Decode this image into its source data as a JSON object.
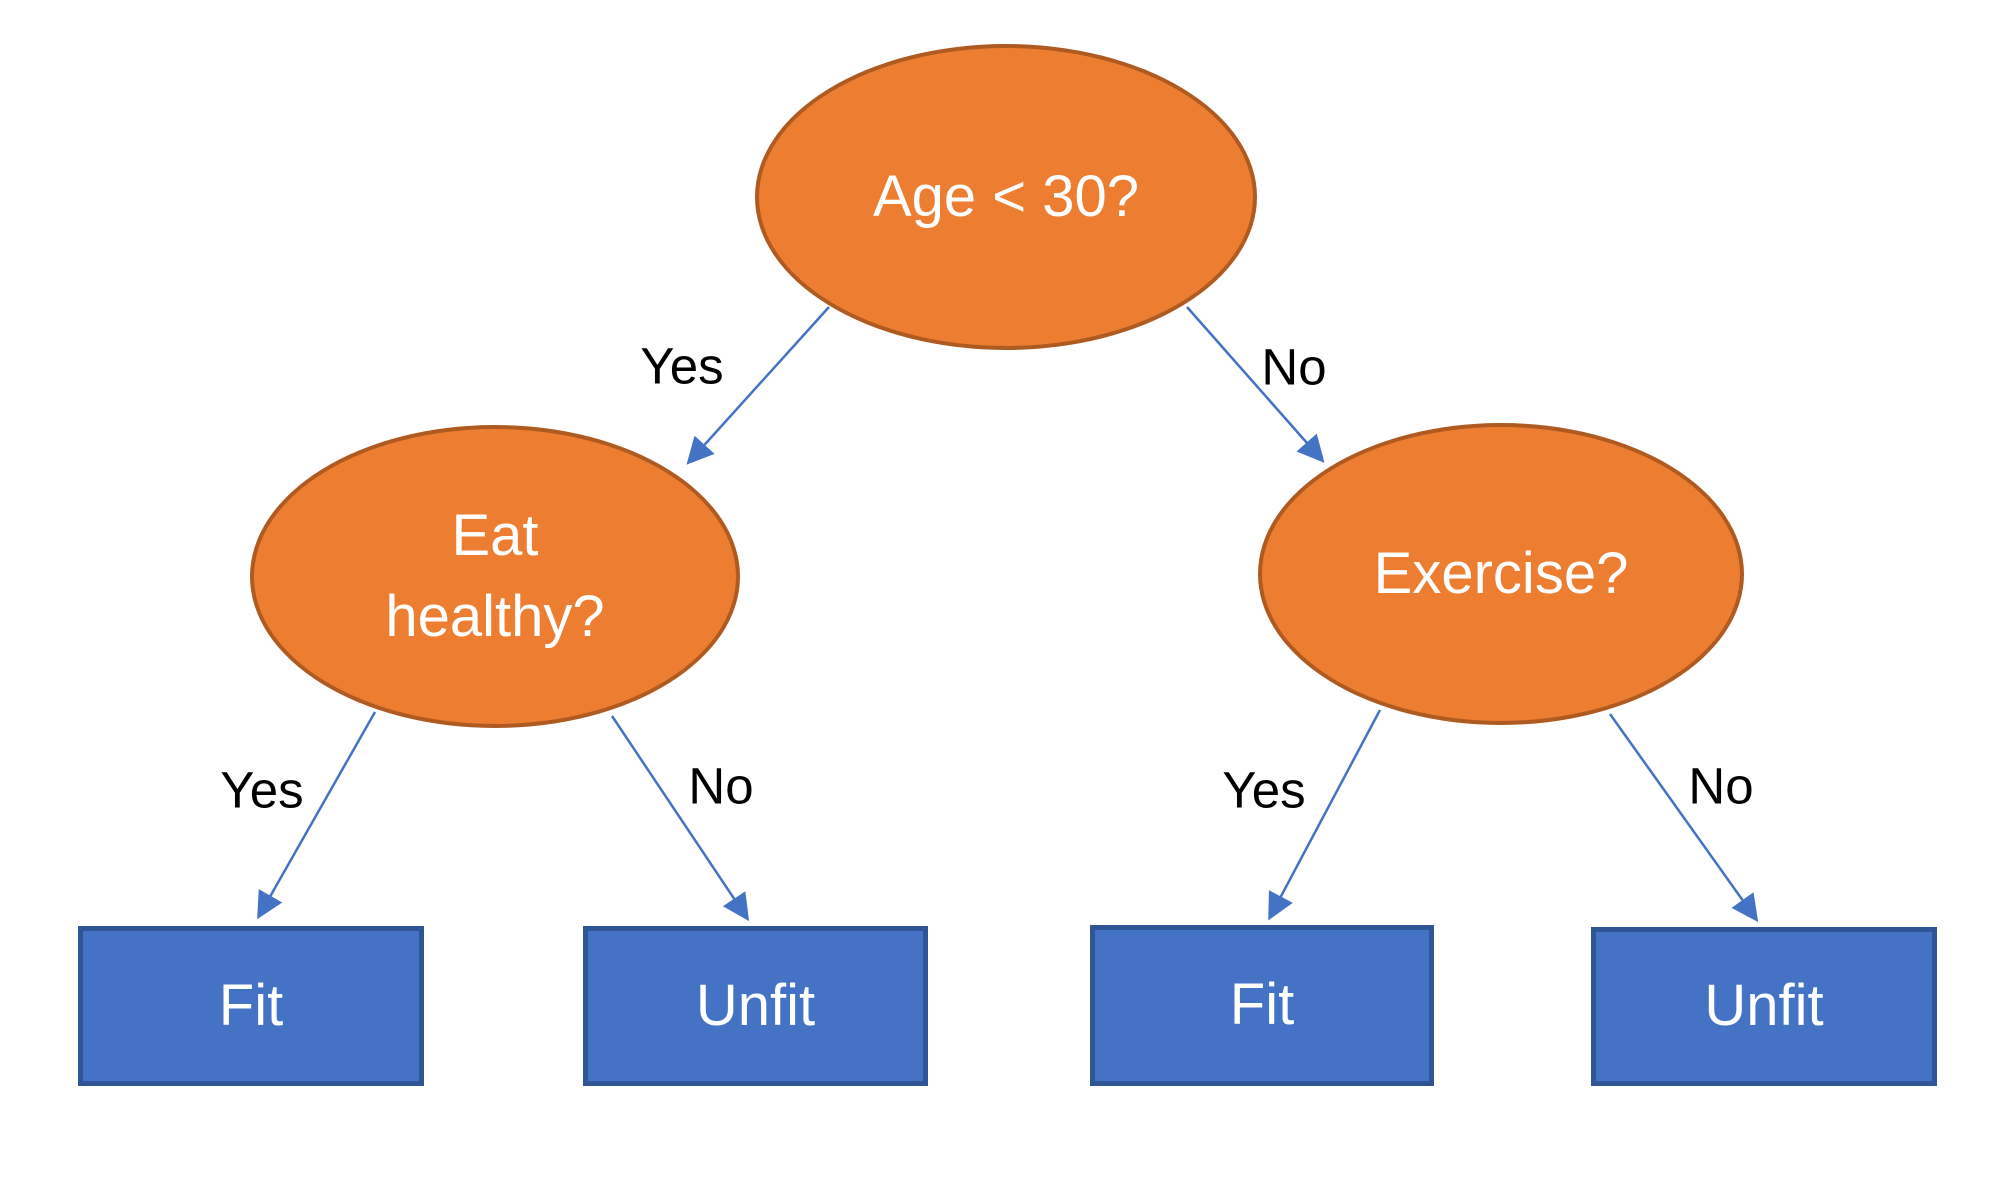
{
  "diagram": {
    "type": "decision-tree",
    "background": "white",
    "nodes": [
      {
        "id": "age",
        "shape": "ellipse",
        "role": "decision",
        "label": "Age < 30?"
      },
      {
        "id": "eat-healthy",
        "shape": "ellipse",
        "role": "decision",
        "label": "Eat healthy?"
      },
      {
        "id": "exercise",
        "shape": "ellipse",
        "role": "decision",
        "label": "Exercise?"
      },
      {
        "id": "fit-left",
        "shape": "rect",
        "role": "outcome",
        "label": "Fit"
      },
      {
        "id": "unfit-left",
        "shape": "rect",
        "role": "outcome",
        "label": "Unfit"
      },
      {
        "id": "fit-right",
        "shape": "rect",
        "role": "outcome",
        "label": "Fit"
      },
      {
        "id": "unfit-right",
        "shape": "rect",
        "role": "outcome",
        "label": "Unfit"
      }
    ],
    "edges": [
      {
        "from": "age",
        "to": "eat-healthy",
        "label": "Yes"
      },
      {
        "from": "age",
        "to": "exercise",
        "label": "No"
      },
      {
        "from": "eat-healthy",
        "to": "fit-left",
        "label": "Yes"
      },
      {
        "from": "eat-healthy",
        "to": "unfit-left",
        "label": "No"
      },
      {
        "from": "exercise",
        "to": "fit-right",
        "label": "Yes"
      },
      {
        "from": "exercise",
        "to": "unfit-right",
        "label": "No"
      }
    ],
    "colors": {
      "decision_fill": "#ED7D31",
      "decision_border": "#AE5A21",
      "outcome_fill": "#4472C4",
      "outcome_border": "#2F5597",
      "connector": "#4472C4",
      "node_text": "#FFFFFF",
      "edge_label_text": "#000000",
      "background": "#FFFFFF"
    }
  }
}
